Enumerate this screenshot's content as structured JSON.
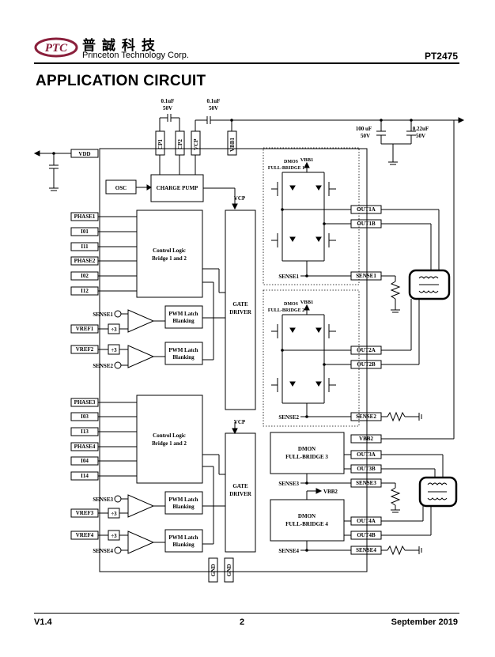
{
  "header": {
    "logo_text": "PTC",
    "company_cn": "普誠科技",
    "company_en": "Princeton Technology Corp.",
    "part_no": "PT2475"
  },
  "section_title": "APPLICATION CIRCUIT",
  "diagram": {
    "top_caps": {
      "cap_1_value": "0.1uF",
      "cap_1_voltage": "50V",
      "cap_2_value": "0.1uF",
      "cap_2_voltage": "50V"
    },
    "supply_caps": {
      "bulk_value": "100 uF",
      "bulk_voltage": "50V",
      "small_value": "0.22uF",
      "small_voltage": "50V"
    },
    "pins_top": {
      "cp1": "CP1",
      "cp2": "CP2",
      "vcp": "VCP",
      "vbb1": "VBB1"
    },
    "vdd": "VDD",
    "osc": "OSC",
    "charge_pump": "CHARGE PUMP",
    "vcp_label": "VCP",
    "left_pins_1": [
      "PHASE1",
      "I01",
      "I11",
      "PHASE2",
      "I02",
      "I12"
    ],
    "left_pins_2": [
      "PHASE3",
      "I03",
      "I13",
      "PHASE4",
      "I04",
      "I14"
    ],
    "control_logic": {
      "line1": "Control Logic",
      "line2": "Bridge 1 and 2"
    },
    "gate_driver": {
      "line1": "GATE",
      "line2": "DRIVER"
    },
    "pwm": {
      "line1": "PWM Latch",
      "line2": "Blanking"
    },
    "div3": "÷3",
    "sense_labels": [
      "SENSE1",
      "SENSE2",
      "SENSE3",
      "SENSE4"
    ],
    "vref_labels": [
      "VREF1",
      "VREF2",
      "VREF3",
      "VREF4"
    ],
    "bridge1": {
      "line1": "DMOS",
      "line2": "FULL-BRIDGE 1",
      "vbb": "VBB1"
    },
    "bridge2": {
      "line1": "DMOS",
      "line2": "FULL-BRIDGE 2",
      "vbb": "VBB1"
    },
    "bridge3": {
      "line1": "DMON",
      "line2": "FULL-BRIDGE 3"
    },
    "bridge4": {
      "line1": "DMON",
      "line2": "FULL-BRIDGE 4",
      "vbb": "VBB2"
    },
    "out_pins": [
      "OUT1A",
      "OUT1B",
      "SENSE1",
      "OUT2A",
      "OUT2B",
      "SENSE2",
      "VBB2",
      "OUT3A",
      "OUT3B",
      "SENSE3",
      "OUT4A",
      "OUT4B",
      "SENSE4"
    ],
    "gnd": "GND"
  },
  "footer": {
    "version": "V1.4",
    "page": "2",
    "date": "September 2019"
  }
}
